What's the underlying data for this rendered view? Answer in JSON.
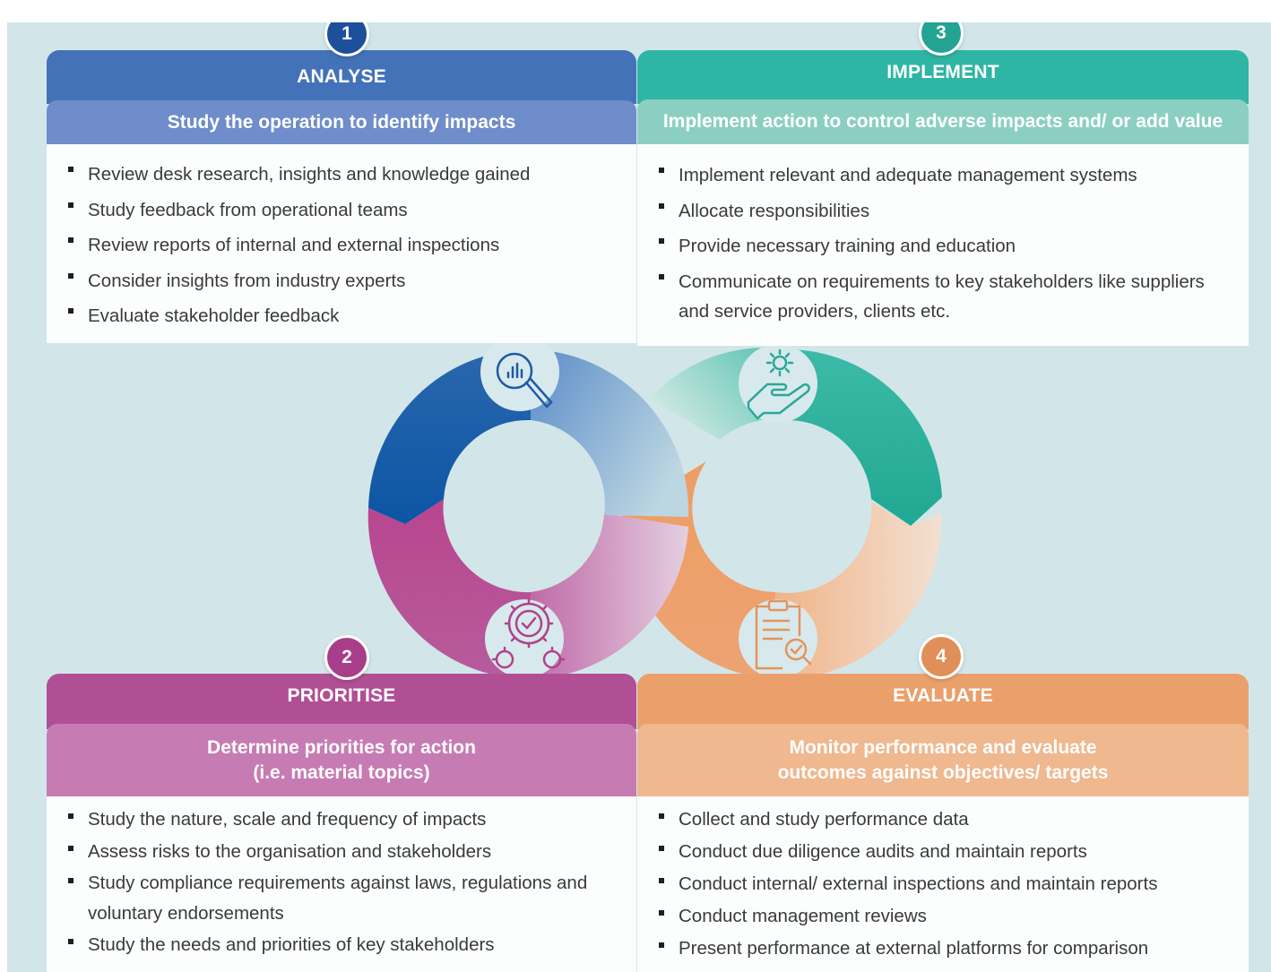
{
  "colors": {
    "background": "#d2e6e9",
    "analyse": "#4472b8",
    "implement": "#2fb5a3",
    "prioritise": "#b14f95",
    "evaluate": "#eba06c"
  },
  "steps": [
    {
      "number": "1",
      "title": "ANALYSE",
      "subtitle": "Study the operation to identify impacts",
      "icon": "analytics-magnifier-icon",
      "items": [
        "Review desk research, insights and knowledge gained",
        "Study feedback from operational teams",
        "Review reports of internal and external inspections",
        "Consider insights from industry experts",
        "Evaluate stakeholder feedback"
      ]
    },
    {
      "number": "2",
      "title": "PRIORITISE",
      "subtitle_line1": "Determine priorities for action",
      "subtitle_line2": "(i.e. material topics)",
      "icon": "gears-check-icon",
      "items": [
        "Study the nature, scale and frequency of impacts",
        "Assess risks to the organisation and stakeholders",
        "Study compliance requirements against laws, regulations and voluntary endorsements",
        "Study the needs and priorities of key stakeholders"
      ]
    },
    {
      "number": "3",
      "title": "IMPLEMENT",
      "subtitle": "Implement action to control adverse impacts and/ or add value",
      "icon": "hand-gear-icon",
      "items": [
        "Implement relevant and adequate management systems",
        "Allocate responsibilities",
        "Provide necessary training and education",
        "Communicate on requirements to key stakeholders like suppliers and service providers, clients etc."
      ]
    },
    {
      "number": "4",
      "title": "EVALUATE",
      "subtitle_line1": "Monitor performance and evaluate",
      "subtitle_line2": "outcomes against objectives/ targets",
      "icon": "clipboard-check-icon",
      "items": [
        "Collect and study performance data",
        "Conduct due diligence audits and maintain reports",
        "Conduct internal/ external inspections and maintain reports",
        "Conduct management reviews",
        "Present performance at external platforms for comparison"
      ]
    }
  ]
}
